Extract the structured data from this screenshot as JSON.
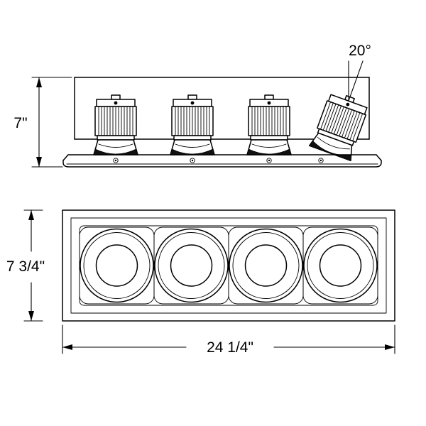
{
  "diagram": {
    "type": "technical-dimension-drawing",
    "subject": "4-light linear recessed downlight: side elevation with one tilted head, and face view with overall dimensions",
    "light_count": 4,
    "labels": {
      "tilt_angle": "20°",
      "side_height": "7\"",
      "face_height": "7 3/4\"",
      "face_width": "24 1/4\""
    },
    "colors": {
      "line": "#000000",
      "background": "#ffffff",
      "lens": "#111111"
    }
  }
}
